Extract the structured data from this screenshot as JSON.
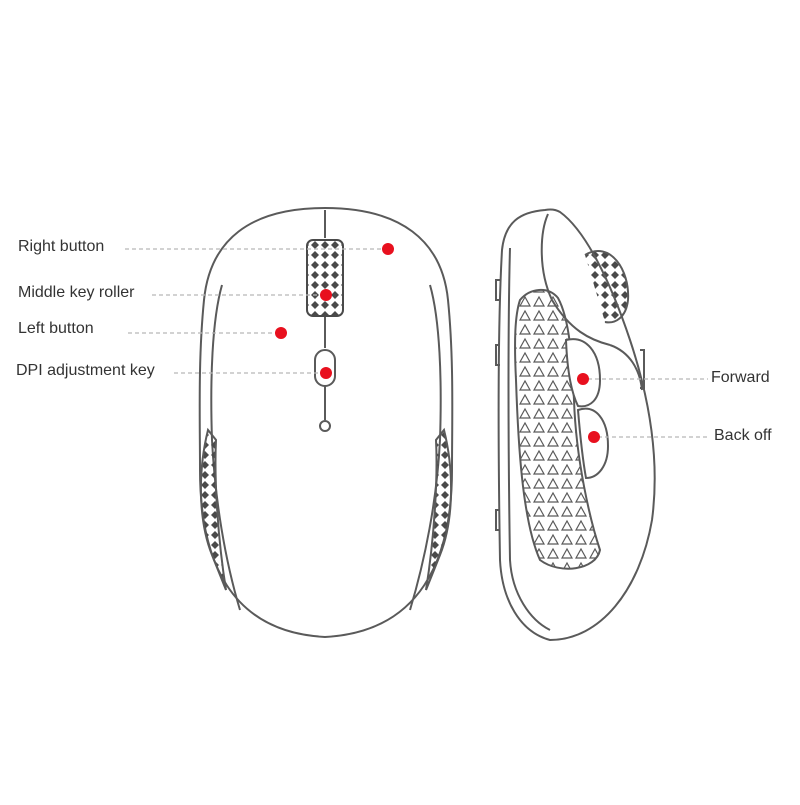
{
  "colors": {
    "outline": "#5a5a5a",
    "marker": "#e8101e",
    "leader": "#b8b8b8",
    "text": "#333333"
  },
  "labels": {
    "right_button": "Right button",
    "middle_key_roller": "Middle key roller",
    "left_button": "Left button",
    "dpi_adjustment_key": "DPI adjustment key",
    "forward": "Forward",
    "back_off": "Back off"
  }
}
